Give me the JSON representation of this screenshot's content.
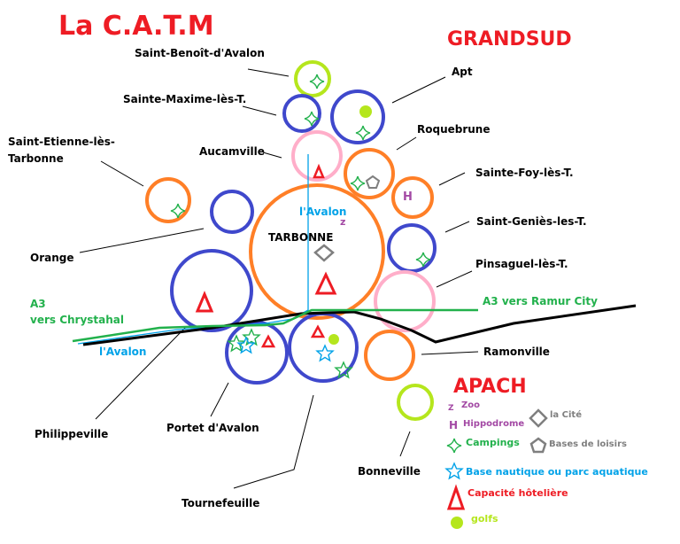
{
  "titles": {
    "main": "La C.A.T.M",
    "region": "GRANDSUD",
    "legend": "APACH"
  },
  "colors": {
    "title": "#ee1c24",
    "blue_circle": "#3f48cc",
    "orange_circle": "#ff7f27",
    "pink_circle": "#ffaec9",
    "lime_circle": "#b5e61d",
    "camping": "#22b14c",
    "nautical": "#00a2e8",
    "hotel": "#ee1c24",
    "zoo_hippo": "#a349a4",
    "grey": "#7f7f7f",
    "river": "#00a2e8",
    "road": "#000000",
    "a3": "#22b14c"
  },
  "towns": [
    {
      "name": "Saint-Benoît-d'Avalon",
      "color": "lime",
      "features": [
        "camping"
      ]
    },
    {
      "name": "Sainte-Maxime-lès-T.",
      "color": "blue",
      "features": [
        "camping"
      ]
    },
    {
      "name": "Apt",
      "color": "blue",
      "features": [
        "golf",
        "camping"
      ]
    },
    {
      "name": "Aucamville",
      "color": "pink",
      "features": [
        "hotel"
      ]
    },
    {
      "name": "Roquebrune",
      "color": "orange",
      "features": [
        "camping",
        "leisure-base"
      ]
    },
    {
      "name": "Saint-Etienne-lès-Tarbonne",
      "label_lines": [
        "Saint-Etienne-lès-",
        "Tarbonne"
      ],
      "color": "orange",
      "features": [
        "camping"
      ]
    },
    {
      "name": "Sainte-Foy-lès-T.",
      "color": "orange",
      "features": [
        "hippodrome"
      ]
    },
    {
      "name": "TARBONNE",
      "color": "orange",
      "features": [
        "zoo",
        "la-cite",
        "hotel"
      ]
    },
    {
      "name": "Orange",
      "color": "blue",
      "features": []
    },
    {
      "name": "Saint-Geniès-les-T.",
      "color": "blue",
      "features": [
        "camping"
      ]
    },
    {
      "name": "Pinsaguel-lès-T.",
      "color": "pink",
      "features": []
    },
    {
      "name": "Philippeville",
      "color": "blue",
      "features": [
        "hotel"
      ]
    },
    {
      "name": "Portet d'Avalon",
      "color": "blue",
      "features": [
        "camping",
        "nautical",
        "hotel"
      ]
    },
    {
      "name": "Tournefeuille",
      "color": "blue",
      "features": [
        "hotel",
        "golf",
        "nautical",
        "camping"
      ]
    },
    {
      "name": "Ramonville",
      "color": "orange",
      "features": []
    },
    {
      "name": "Bonneville",
      "color": "lime",
      "features": []
    }
  ],
  "labels": {
    "saint_benoit": "Saint-Benoît-d'Avalon",
    "sainte_maxime": "Sainte-Maxime-lès-T.",
    "apt": "Apt",
    "aucamville": "Aucamville",
    "roquebrune": "Roquebrune",
    "saint_etienne_1": "Saint-Etienne-lès-",
    "saint_etienne_2": "Tarbonne",
    "sainte_foy": "Sainte-Foy-lès-T.",
    "tarbonne": "TARBONNE",
    "orange": "Orange",
    "saint_genies": "Saint-Geniès-les-T.",
    "pinsaguel": "Pinsaguel-lès-T.",
    "philippeville": "Philippeville",
    "portet": "Portet d'Avalon",
    "tournefeuille": "Tournefeuille",
    "ramonville": "Ramonville",
    "bonneville": "Bonneville"
  },
  "routes": {
    "a3_west_1": "A3",
    "a3_west_2": "vers Chrystahal",
    "a3_east": "A3 vers Ramur City",
    "river_north": "l'Avalon",
    "river_west": "l'Avalon"
  },
  "legend": {
    "zoo_symbol": "Z",
    "zoo": "Zoo",
    "hippodrome_symbol": "H",
    "hippodrome": "Hippodrome",
    "campings": "Campings",
    "nautical": "Base nautique ou parc aquatique",
    "hotel": "Capacité hôtelière",
    "golfs": "golfs",
    "la_cite": "la Cité",
    "leisure": "Bases de loisirs"
  }
}
